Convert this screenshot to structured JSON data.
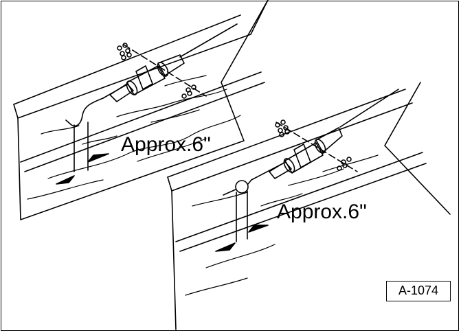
{
  "figure": {
    "measurement_label_1": "Approx.6\"",
    "measurement_label_2": "Approx.6\"",
    "reference_code": "A-1074"
  },
  "colors": {
    "line": "#000000",
    "background": "#ffffff"
  }
}
